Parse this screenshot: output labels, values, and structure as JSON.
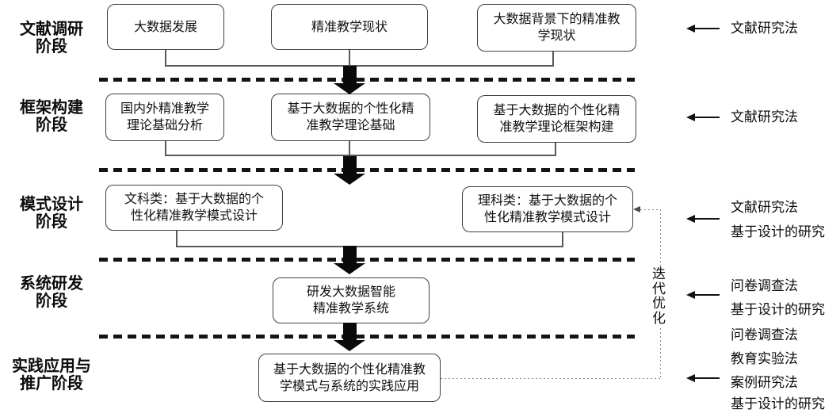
{
  "phases": [
    {
      "label": "文献调研\n阶段",
      "boxes": [
        "大数据发展",
        "精准教学现状",
        "大数据背景下的精准教\n学现状"
      ],
      "methods": [
        "文献研究法"
      ]
    },
    {
      "label": "框架构建\n阶段",
      "boxes": [
        "国内外精准教学\n理论基础分析",
        "基于大数据的个性化精\n准教学理论基础",
        "基于大数据的个性化精\n准教学理论框架构建"
      ],
      "methods": [
        "文献研究法"
      ]
    },
    {
      "label": "模式设计\n阶段",
      "boxes": [
        "文科类：基于大数据的个\n性化精准教学模式设计",
        "理科类：基于大数据的个\n性化精准教学模式设计"
      ],
      "methods": [
        "文献研究法",
        "基于设计的研究"
      ]
    },
    {
      "label": "系统研发\n阶段",
      "boxes": [
        "研发大数据智能\n精准教学系统"
      ],
      "methods": [
        "问卷调查法",
        "基于设计的研究"
      ]
    },
    {
      "label": "实践应用与\n推广阶段",
      "boxes": [
        "基于大数据的个性化精准教\n学模式与系统的实践应用"
      ],
      "methods": [
        "问卷调查法",
        "教育实验法",
        "案例研究法",
        "基于设计的研究"
      ]
    }
  ],
  "annotations": {
    "iteration_label": "迭代优化"
  },
  "colors": {
    "box_border": "#404040",
    "connector_line": "#595959",
    "dashed_separator": "#141414",
    "flow_arrow": "#0a0a0a",
    "feedback_dotted": "#8a8a8a",
    "text": "#0d0d0d",
    "background": "#ffffff"
  }
}
